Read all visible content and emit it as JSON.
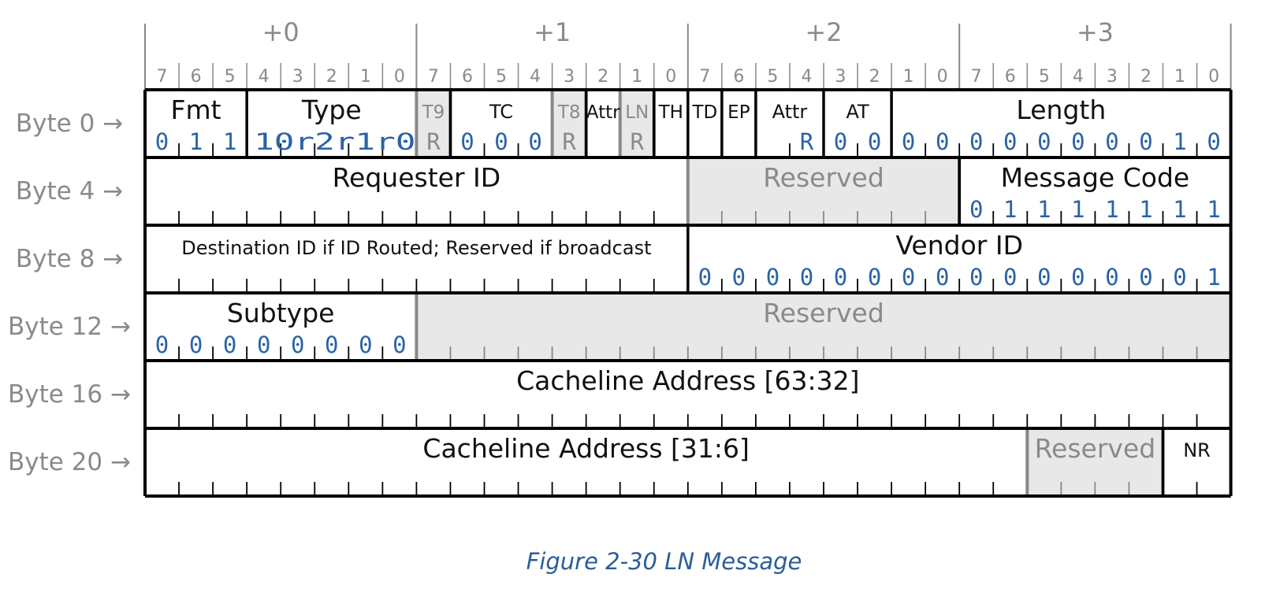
{
  "diagram": {
    "byte_headers": [
      "+0",
      "+1",
      "+2",
      "+3"
    ],
    "bit_numbers": [
      "7",
      "6",
      "5",
      "4",
      "3",
      "2",
      "1",
      "0"
    ],
    "rows": [
      {
        "label": "Byte 0 →",
        "fields": [
          {
            "name": "Fmt",
            "start": 0,
            "width": 3,
            "values": [
              "0",
              "1",
              "1"
            ]
          },
          {
            "name": "Type",
            "start": 3,
            "width": 5,
            "values": [
              "1",
              "0",
              "r2",
              "r1",
              "r0"
            ]
          },
          {
            "name": "T9",
            "start": 8,
            "width": 1,
            "values": [
              "R"
            ],
            "reserved": true
          },
          {
            "name": "TC",
            "start": 9,
            "width": 3,
            "values": [
              "0",
              "0",
              "0"
            ]
          },
          {
            "name": "T8",
            "start": 12,
            "width": 1,
            "values": [
              "R"
            ],
            "reserved": true
          },
          {
            "name": "Attr",
            "start": 13,
            "width": 1,
            "values": [
              ""
            ]
          },
          {
            "name": "LN",
            "start": 14,
            "width": 1,
            "values": [
              "R"
            ],
            "reserved": true
          },
          {
            "name": "TH",
            "start": 15,
            "width": 1,
            "values": [
              ""
            ]
          },
          {
            "name": "TD",
            "start": 16,
            "width": 1,
            "values": [
              ""
            ]
          },
          {
            "name": "EP",
            "start": 17,
            "width": 1,
            "values": [
              ""
            ]
          },
          {
            "name": "Attr",
            "start": 18,
            "width": 2,
            "values": [
              "",
              "R"
            ]
          },
          {
            "name": "AT",
            "start": 20,
            "width": 2,
            "values": [
              "0",
              "0"
            ]
          },
          {
            "name": "Length",
            "start": 22,
            "width": 10,
            "values": [
              "0",
              "0",
              "0",
              "0",
              "0",
              "0",
              "0",
              "0",
              "1",
              "0"
            ]
          }
        ]
      },
      {
        "label": "Byte 4 →",
        "fields": [
          {
            "name": "Requester ID",
            "start": 0,
            "width": 16,
            "values": []
          },
          {
            "name": "Reserved",
            "start": 16,
            "width": 8,
            "values": [],
            "reserved": true
          },
          {
            "name": "Message Code",
            "start": 24,
            "width": 8,
            "values": [
              "0",
              "1",
              "1",
              "1",
              "1",
              "1",
              "1",
              "1"
            ]
          }
        ]
      },
      {
        "label": "Byte 8 →",
        "fields": [
          {
            "name": "Destination ID if ID Routed; Reserved if broadcast",
            "start": 0,
            "width": 16,
            "values": []
          },
          {
            "name": "Vendor ID",
            "start": 16,
            "width": 16,
            "values": [
              "0",
              "0",
              "0",
              "0",
              "0",
              "0",
              "0",
              "0",
              "0",
              "0",
              "0",
              "0",
              "0",
              "0",
              "0",
              "1"
            ]
          }
        ]
      },
      {
        "label": "Byte 12 →",
        "fields": [
          {
            "name": "Subtype",
            "start": 0,
            "width": 8,
            "values": [
              "0",
              "0",
              "0",
              "0",
              "0",
              "0",
              "0",
              "0"
            ]
          },
          {
            "name": "Reserved",
            "start": 8,
            "width": 24,
            "values": [],
            "reserved": true
          }
        ]
      },
      {
        "label": "Byte 16 →",
        "fields": [
          {
            "name": "Cacheline Address [63:32]",
            "start": 0,
            "width": 32,
            "values": []
          }
        ]
      },
      {
        "label": "Byte 20 →",
        "fields": [
          {
            "name": "Cacheline Address [31:6]",
            "start": 0,
            "width": 26,
            "values": []
          },
          {
            "name": "Reserved",
            "start": 26,
            "width": 4,
            "values": [],
            "reserved": true
          },
          {
            "name": "NR",
            "start": 30,
            "width": 2,
            "values": []
          }
        ]
      }
    ],
    "colors": {
      "reserved_fill": "#e8e8e8",
      "reserved_border": "#888888",
      "border": "#000000",
      "value_text": "#2a62a8",
      "label_text": "#8a8a8a",
      "caption_text": "#2a5d9a"
    }
  },
  "caption": "Figure  2-30  LN Message"
}
